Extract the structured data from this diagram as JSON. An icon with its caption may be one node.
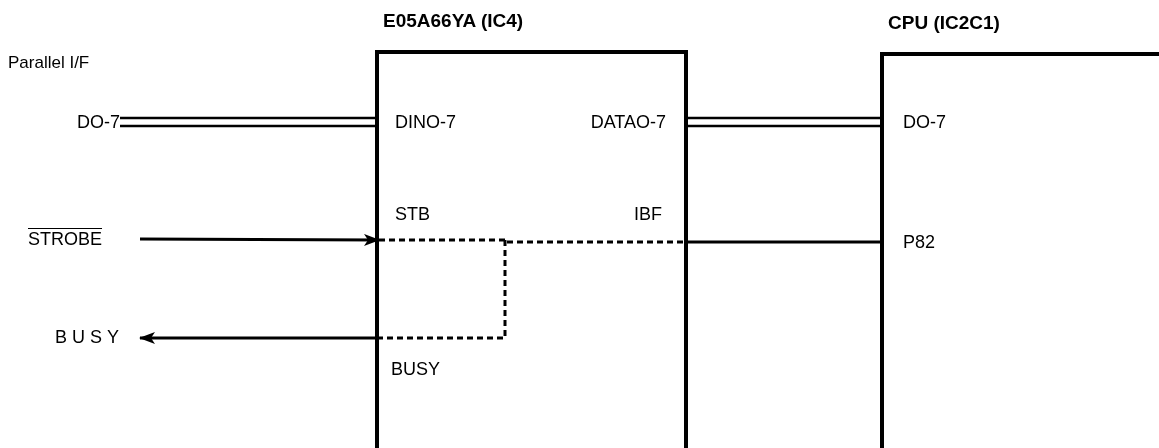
{
  "diagram": {
    "nodes": [
      {
        "text": [
          "DO-7"
        ]
      },
      {
        "text": [
          "E05A66YA (IC4)"
        ]
      },
      {
        "text": [
          "DINO-7"
        ],
        "in": 1
      },
      {
        "text": [
          "DATAO-7"
        ],
        "in": 1
      },
      {
        "text": [
          "CPU (IC2C1)"
        ]
      },
      {
        "text": [
          "DO-7"
        ],
        "in": 4
      },
      {
        "text": [
          "STROBE"
        ]
      },
      {
        "text": [
          "STB"
        ],
        "in": 1
      },
      {
        "text": [
          "IBF"
        ],
        "in": 1
      },
      {
        "text": [
          "P82"
        ],
        "in": 4
      },
      {
        "text": [
          "BUSY"
        ]
      },
      {
        "text": [
          "BUSY"
        ],
        "in": 1
      }
    ],
    "edges": [
      {
        "from": 0,
        "to": 2,
        "arrow": "none"
      },
      {
        "from": 3,
        "to": 5,
        "arrow": "none"
      },
      {
        "from": 6,
        "to": 7,
        "arrow": "to"
      },
      {
        "from": 7,
        "to": 8,
        "arrow": "none",
        "style": "dashed"
      },
      {
        "from": 7,
        "to": 11,
        "arrow": "none",
        "style": "dashed"
      },
      {
        "from": 8,
        "to": 9,
        "arrow": "none"
      },
      {
        "from": 11,
        "to": 10,
        "arrow": "to"
      }
    ],
    "labels": [
      "Parallel I/F"
    ]
  }
}
